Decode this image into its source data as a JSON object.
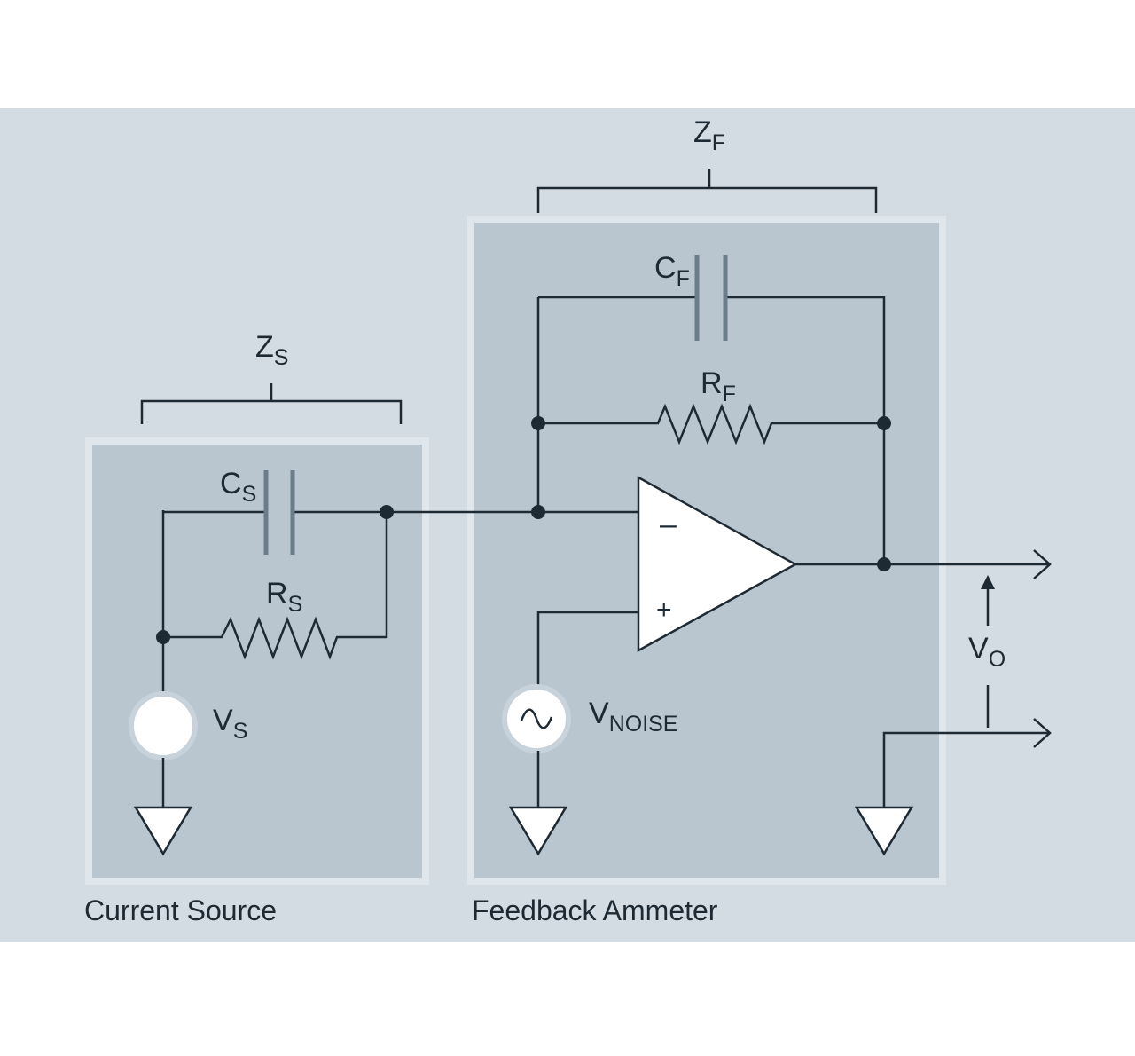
{
  "panels": {
    "source": {
      "caption": "Current Source"
    },
    "ammeter": {
      "caption": "Feedback Ammeter"
    }
  },
  "labels": {
    "zs": {
      "main": "Z",
      "sub": "S"
    },
    "zf": {
      "main": "Z",
      "sub": "F"
    },
    "cs": {
      "main": "C",
      "sub": "S"
    },
    "rs": {
      "main": "R",
      "sub": "S"
    },
    "vs": {
      "main": "V",
      "sub": "S"
    },
    "cf": {
      "main": "C",
      "sub": "F"
    },
    "rf": {
      "main": "R",
      "sub": "F"
    },
    "vnoise": {
      "main": "V",
      "sub": "NOISE"
    },
    "vo": {
      "main": "V",
      "sub": "O"
    }
  },
  "opamp": {
    "minus": "–",
    "plus": "+"
  },
  "colors": {
    "background_band": "#d3dbe3",
    "panel_fill": "#b9c6d0",
    "panel_border": "#dfe6ec",
    "wire": "#1e2a33"
  }
}
